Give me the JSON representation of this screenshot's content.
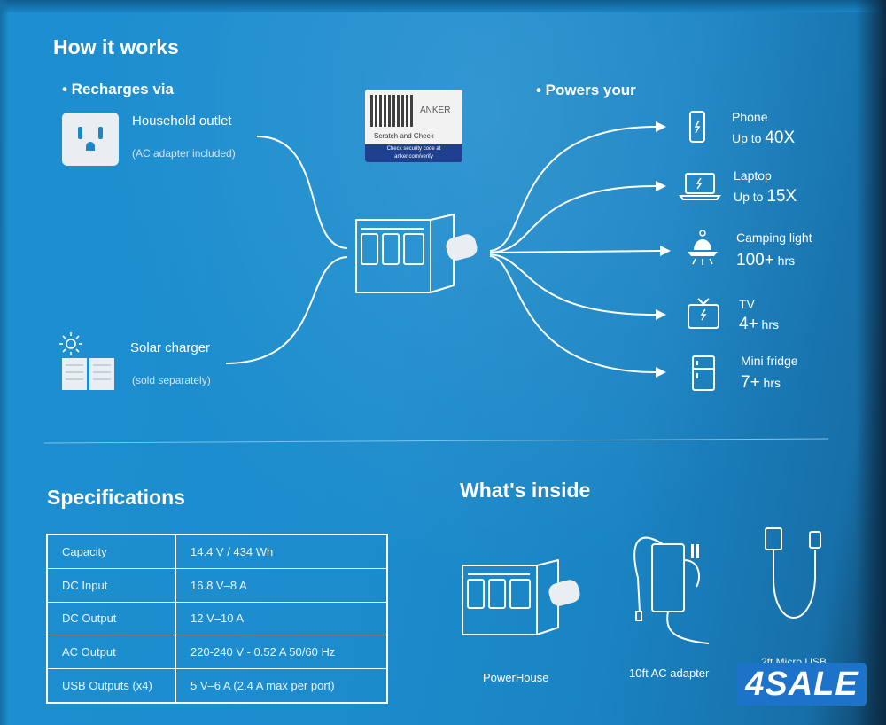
{
  "how": {
    "title": "How it works",
    "recharges_label": "• Recharges via",
    "powers_label": "• Powers your",
    "inputs": [
      {
        "title": "Household outlet",
        "note": "(AC adapter included)",
        "icon": "outlet-icon"
      },
      {
        "title": "Solar charger",
        "note": "(sold separately)",
        "icon": "solar-panel-icon"
      }
    ],
    "outputs": [
      {
        "title": "Phone",
        "prefix": "Up to ",
        "value": "40X",
        "suffix": "",
        "icon": "phone-icon"
      },
      {
        "title": "Laptop",
        "prefix": "Up to ",
        "value": "15X",
        "suffix": "",
        "icon": "laptop-icon"
      },
      {
        "title": "Camping light",
        "prefix": "",
        "value": "100+",
        "suffix": " hrs",
        "icon": "camping-light-icon"
      },
      {
        "title": "TV",
        "prefix": "",
        "value": "4+",
        "suffix": " hrs",
        "icon": "tv-icon"
      },
      {
        "title": "Mini fridge",
        "prefix": "",
        "value": "7+",
        "suffix": " hrs",
        "icon": "fridge-icon"
      }
    ]
  },
  "security_label": {
    "brand": "ANKER",
    "scratch": "Scratch and Check",
    "note_line1": "Check security code at",
    "note_line2": "anker.com/verify"
  },
  "specs": {
    "title": "Specifications",
    "rows": [
      {
        "key": "Capacity",
        "value": "14.4 V / 434 Wh"
      },
      {
        "key": "DC Input",
        "value": "16.8 V–8 A"
      },
      {
        "key": "DC Output",
        "value": "12 V–10 A"
      },
      {
        "key": "AC Output",
        "value": "220-240 V - 0.52 A  50/60 Hz"
      },
      {
        "key": "USB Outputs (x4)",
        "value": "5 V–6 A (2.4 A max per port)"
      }
    ]
  },
  "inside": {
    "title": "What's inside",
    "items": [
      {
        "label": "PowerHouse",
        "icon": "powerhouse-icon"
      },
      {
        "label": "10ft AC adapter",
        "icon": "ac-adapter-icon"
      },
      {
        "label": "2ft Micro USB",
        "icon": "usb-cable-icon"
      }
    ]
  },
  "watermark": "4SALE",
  "colors": {
    "background": "#1c8ccd",
    "line": "#ffffff",
    "watermark": "#1d73c9"
  }
}
